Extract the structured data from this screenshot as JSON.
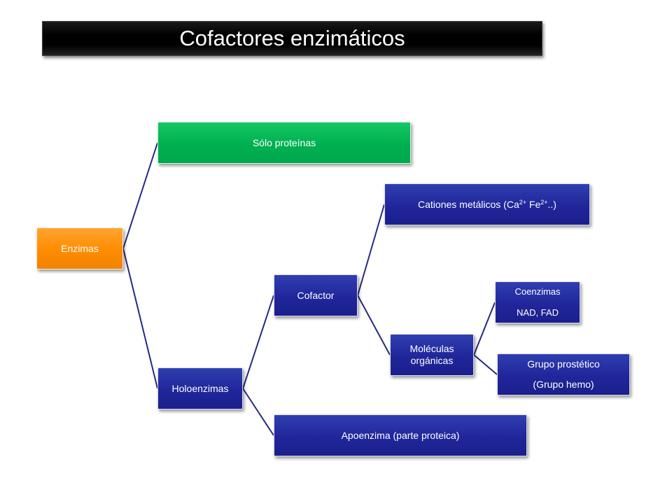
{
  "title": "Cofactores enzimáticos",
  "colors": {
    "root": "#ff8c00",
    "proteins": "#00b050",
    "nodes": "#20269a",
    "connector": "#252a84",
    "title_bg": "#000000"
  },
  "nodes": {
    "enzimas": "Enzimas",
    "solo_proteinas": "Sólo proteínas",
    "holoenzimas": "Holoenzimas",
    "cofactor": "Cofactor",
    "apoenzima": "Apoenzima  (parte proteica)",
    "cationes": {
      "prefix": "Cationes  metálicos (Ca",
      "sup1": "2+",
      "middle": " Fe",
      "sup2": "2+",
      "suffix": "..)"
    },
    "moleculas": {
      "line1": "Moléculas",
      "line2": "orgánicas"
    },
    "coenzimas": {
      "line1": "Coenzimas",
      "line2": "NAD, FAD"
    },
    "grupo": {
      "line1": "Grupo  prostético",
      "line2": "(Grupo hemo)"
    }
  }
}
